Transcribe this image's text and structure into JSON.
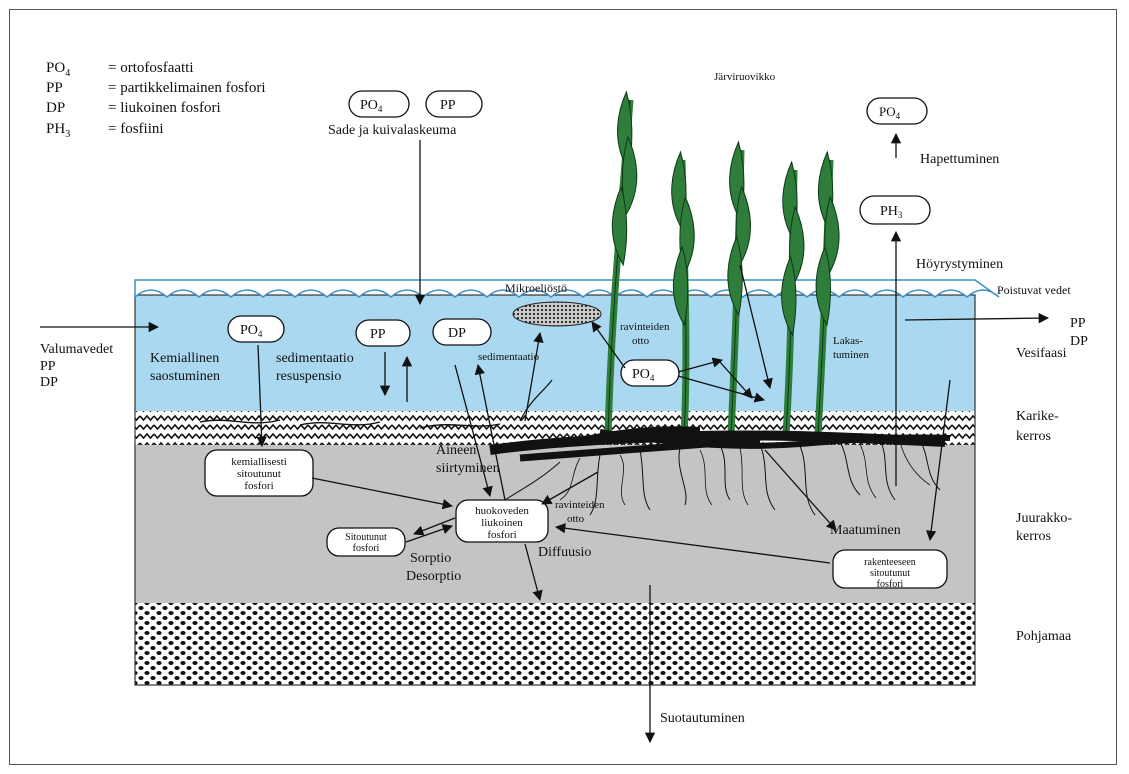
{
  "legend": [
    {
      "abbr": "PO",
      "sub": "4",
      "desc": "= ortofosfaatti"
    },
    {
      "abbr": "PP",
      "sub": "",
      "desc": "= partikkelimainen fosfori"
    },
    {
      "abbr": "DP",
      "sub": "",
      "desc": "= liukoinen fosfori"
    },
    {
      "abbr": "PH",
      "sub": "3",
      "desc": "= fosfiini"
    }
  ],
  "deposition": {
    "po4": "PO",
    "po4_sub": "4",
    "pp": "PP",
    "label": "Sade ja kuivalaskeuma"
  },
  "reed": {
    "label": "Järviruovikko"
  },
  "top_right": {
    "po4": "PO",
    "po4_sub": "4",
    "oxidation": "Hapettuminen",
    "ph3": "PH",
    "ph3_sub": "3",
    "evaporation": "Höyrystyminen"
  },
  "outflow": {
    "label": "Poistuvat vedet",
    "pp": "PP",
    "dp": "DP"
  },
  "inflow": {
    "label": "Valumavedet",
    "pp": "PP",
    "dp": "DP"
  },
  "water": {
    "po4": "PO",
    "po4_sub": "4",
    "pp": "PP",
    "dp": "DP",
    "chem_line1": "Kemiallinen",
    "chem_line2": "saostuminen",
    "sed_line1": "sedimentaatio",
    "sed_line2": "resuspensio",
    "sed2": "sedimentaatio",
    "micro": "Mikroeliöstö",
    "uptake_line1": "ravinteiden",
    "uptake_line2": "otto",
    "center_po4": "PO",
    "center_po4_sub": "4",
    "lakas_line1": "Lakas-",
    "lakas_line2": "tuminen"
  },
  "layers": {
    "water": "Vesifaasi",
    "litter_line1": "Karike-",
    "litter_line2": "kerros",
    "root_line1": "Juurakko-",
    "root_line2": "kerros",
    "bottom": "Pohjamaa"
  },
  "root_zone": {
    "bound_line1": "kemiallisesti",
    "bound_line2": "sitoutunut",
    "bound_line3": "fosfori",
    "transfer_line1": "Aineen",
    "transfer_line2": "siirtyminen",
    "pore_line1": "huokoveden",
    "pore_line2": "liukoinen",
    "pore_line3": "fosfori",
    "uptake_line1": "ravinteiden",
    "uptake_line2": "otto",
    "sorbed_line1": "Sitoutunut",
    "sorbed_line2": "fosfori",
    "sorption": "Sorptio",
    "desorption": "Desorptio",
    "diffusion": "Diffuusio",
    "decomp": "Maatuminen",
    "struct_line1": "rakenteeseen",
    "struct_line2": "sitoutunut",
    "struct_line3": "fosfori"
  },
  "seepage": "Suotautuminen",
  "colors": {
    "water": "#a9d8f0",
    "sediment": "#c4c4c4",
    "plant": "#2e7d3a",
    "root": "#111111"
  }
}
